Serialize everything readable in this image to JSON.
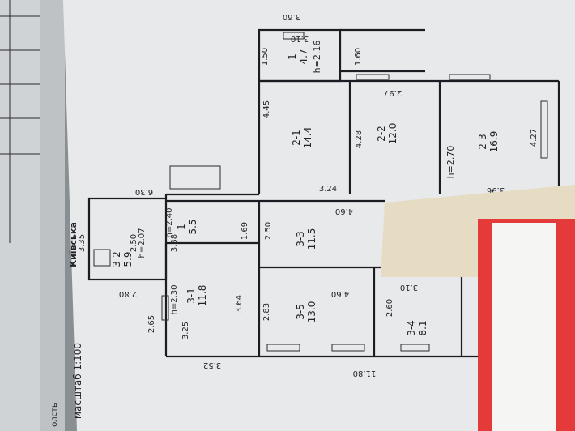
{
  "meta": {
    "scale": "масштаб 1:100",
    "street_fragment": "олсть",
    "street_name": "Київська"
  },
  "rooms": [
    {
      "id": "1",
      "area": "4.7",
      "height": "h=2.16"
    },
    {
      "id": "2-1",
      "area": "14.4"
    },
    {
      "id": "2-2",
      "area": "12.0"
    },
    {
      "id": "2-3",
      "area": "16.9",
      "height": "h=2.70"
    },
    {
      "id": "3-2",
      "area": "5.9",
      "height": "h=2.07",
      "dim": "2.50"
    },
    {
      "id": "1",
      "area": "5.5",
      "height": "h=2.40",
      "dim": "3.88"
    },
    {
      "id": "3-3",
      "area": "11.5"
    },
    {
      "id": "3-1",
      "area": "11.8",
      "height": "h=2.30",
      "dim": "3.25"
    },
    {
      "id": "3-5",
      "area": "13.0"
    },
    {
      "id": "3-4",
      "area": "8.1"
    }
  ],
  "dimensions": [
    "3.60",
    "3.10",
    "1.50",
    "1.60",
    "4.45",
    "2.97",
    "3.24",
    "4.28",
    "4.27",
    "3.96",
    "6.30",
    "4.60",
    "2.50",
    "1.69",
    "3.35",
    "2.80",
    "2.65",
    "3.64",
    "2.83",
    "4.60",
    "2.60",
    "3.10",
    "3.52",
    "11.80"
  ],
  "colors": {
    "paper": "#e8e9ea",
    "ink": "#1c1c22",
    "tape": "#e43a3a",
    "envelope": "#e6dcc3"
  }
}
